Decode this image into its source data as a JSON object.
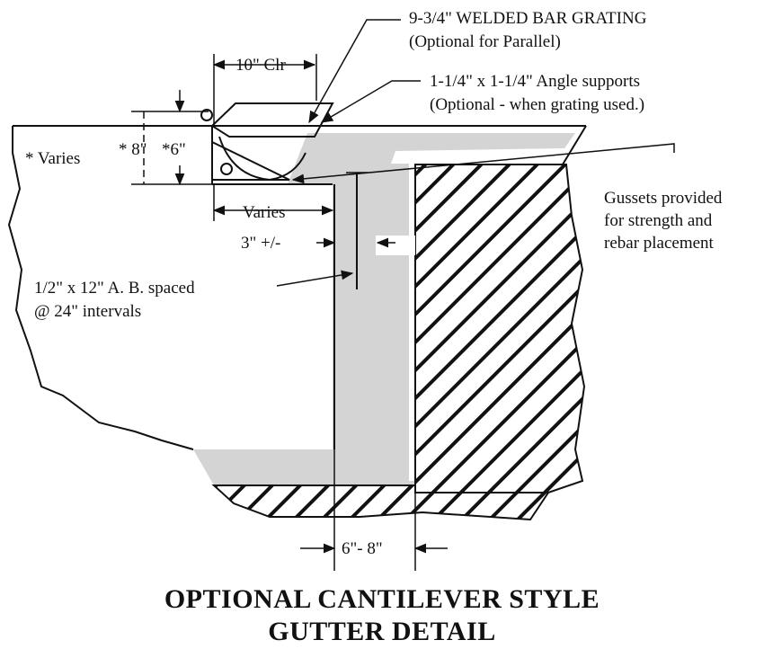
{
  "labels": {
    "grating_line1": "9-3/4\" WELDED BAR GRATING",
    "grating_line2": "(Optional for Parallel)",
    "clear_width": "10\" Clr",
    "angle_line1": "1-1/4\" x 1-1/4\" Angle supports",
    "angle_line2": "(Optional - when grating used.)",
    "varies_left": "* Varies",
    "dim_8": "* 8\"",
    "dim_6": "*6\"",
    "varies_bottom": "Varies",
    "gussets_line1": "Gussets provided",
    "gussets_line2": "for strength and",
    "gussets_line3": "rebar placement",
    "offset": "3\" +/-",
    "anchor_line1": "1/2\" x 12\" A. B. spaced",
    "anchor_line2": "@ 24\" intervals",
    "wall_dim": "6\"- 8\""
  },
  "title": {
    "line1": "OPTIONAL CANTILEVER STYLE",
    "line2": "GUTTER DETAIL"
  },
  "colors": {
    "ink": "#111111",
    "concrete_fill": "#d4d4d4",
    "background": "#ffffff"
  }
}
